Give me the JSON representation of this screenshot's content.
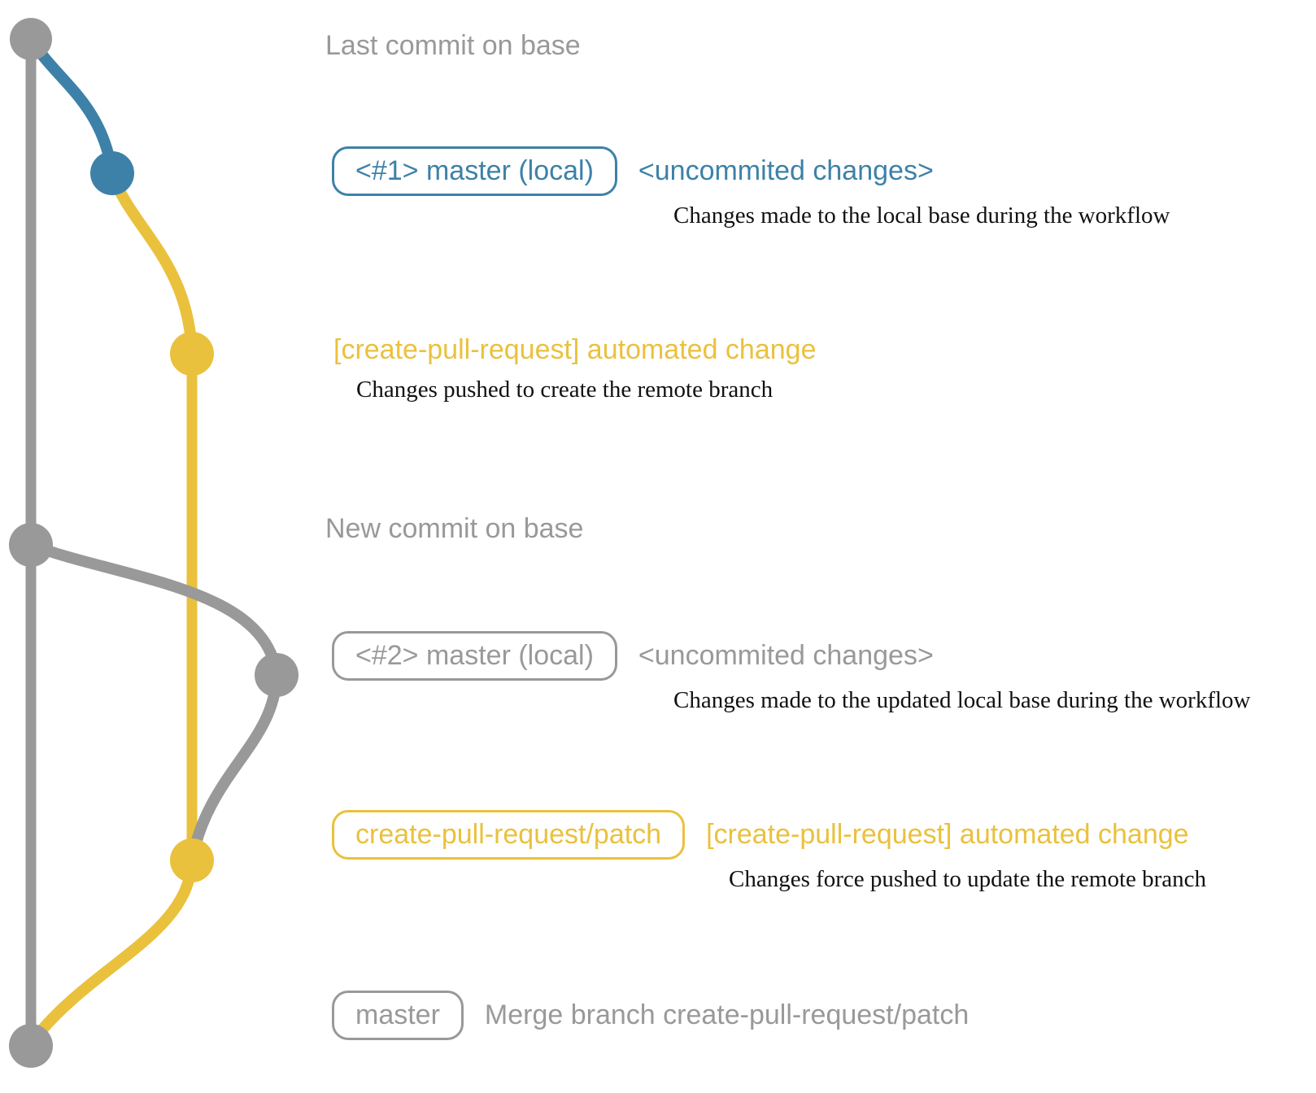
{
  "colors": {
    "gray": "#999999",
    "blue": "#3d81a8",
    "yellow": "#eac13d",
    "ink": "#111111",
    "background": "#ffffff"
  },
  "rows": {
    "last_commit": {
      "label": "Last commit on base"
    },
    "commit1": {
      "badge": "<#1> master (local)",
      "label": "<uncommited changes>",
      "caption": "Changes made to the local base during the workflow"
    },
    "push1": {
      "label": "[create-pull-request] automated change",
      "caption": "Changes pushed to create the remote branch"
    },
    "new_commit": {
      "label": "New commit on base"
    },
    "commit2": {
      "badge": "<#2> master (local)",
      "label": "<uncommited changes>",
      "caption": "Changes made to the updated local base during the workflow"
    },
    "push2": {
      "badge": "create-pull-request/patch",
      "label": "[create-pull-request] automated change",
      "caption": "Changes force pushed to update the remote branch"
    },
    "merge": {
      "badge": "master",
      "label": "Merge branch create-pull-request/patch"
    }
  }
}
